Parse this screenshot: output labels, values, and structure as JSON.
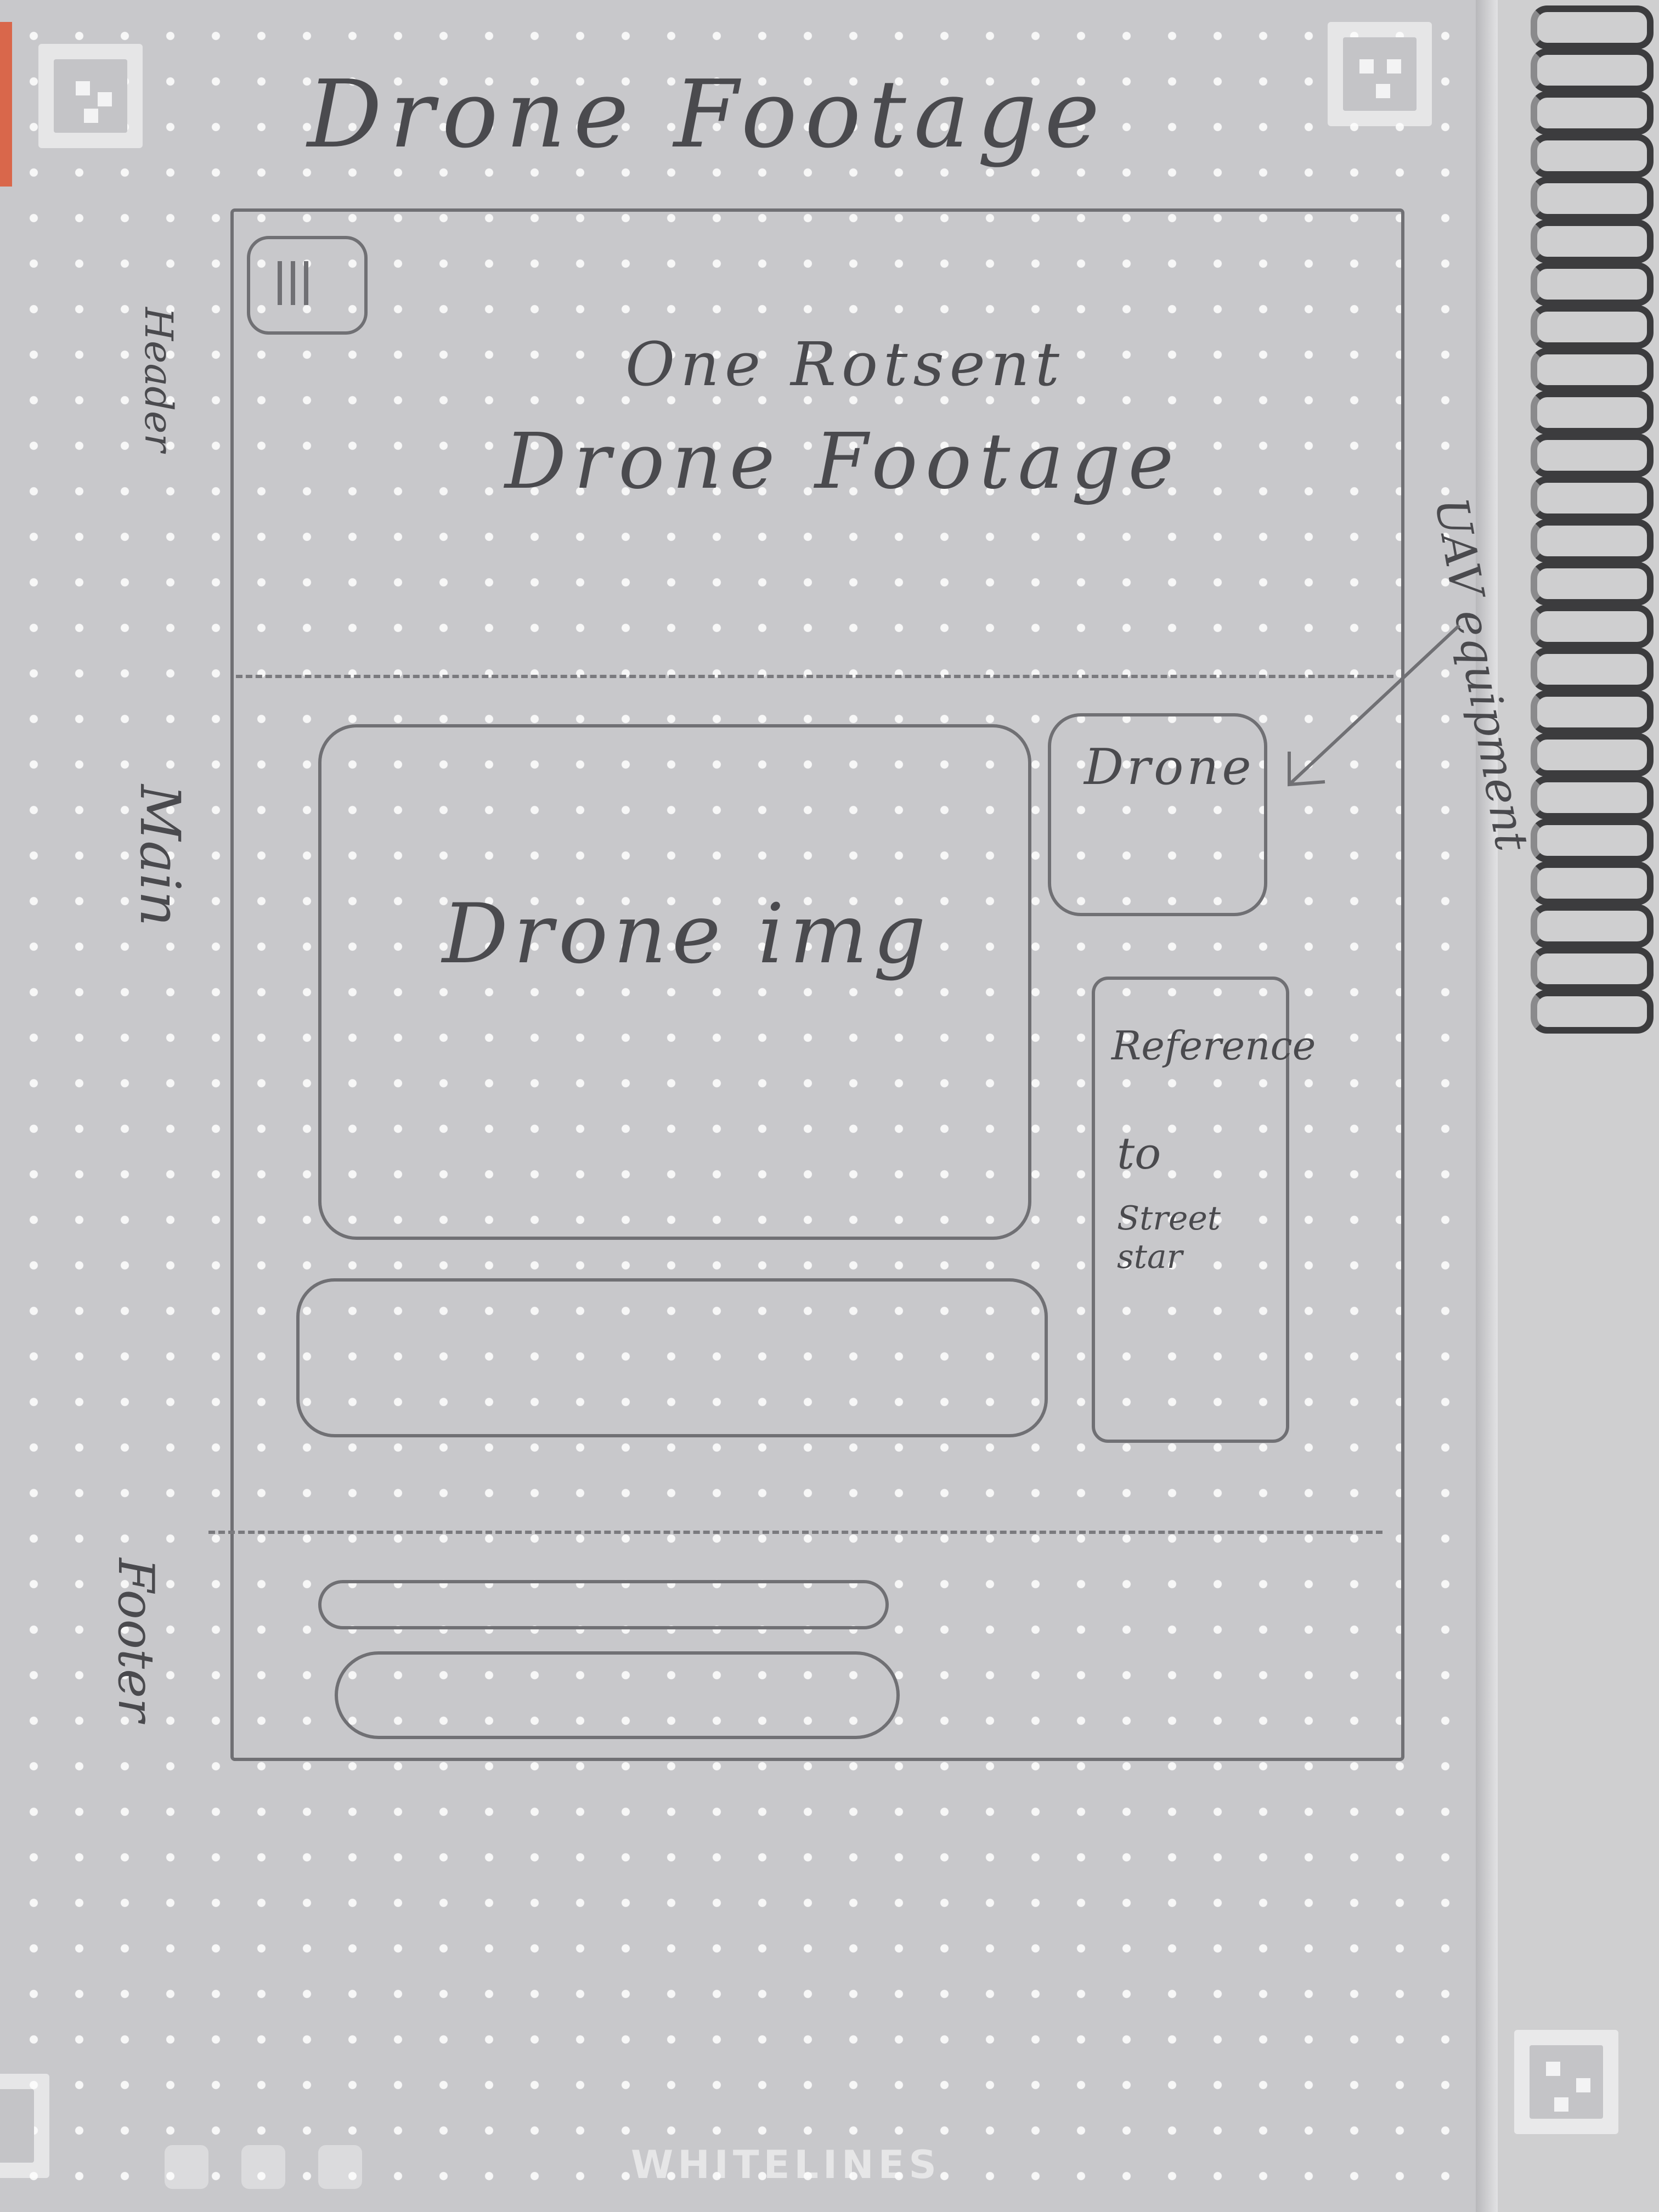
{
  "sketch": {
    "page_title": "Drone Footage",
    "header": {
      "side_label": "Header",
      "menu_icon": "hamburger-menu-icon",
      "subtitle": "One Rotsent",
      "title": "Drone Footage"
    },
    "main": {
      "side_label": "Main",
      "image_placeholder": "Drone img",
      "equipment_box": "Drone",
      "equipment_note": "UAV equipment",
      "reference_box": [
        "Reference",
        "to",
        "Street",
        "star"
      ]
    },
    "footer": {
      "side_label": "Footer"
    }
  },
  "notebook": {
    "brand": "WHITELINES"
  },
  "colors": {
    "paper": "#c8c8cb",
    "pencil": "#707074",
    "dots": "#ffffff"
  }
}
